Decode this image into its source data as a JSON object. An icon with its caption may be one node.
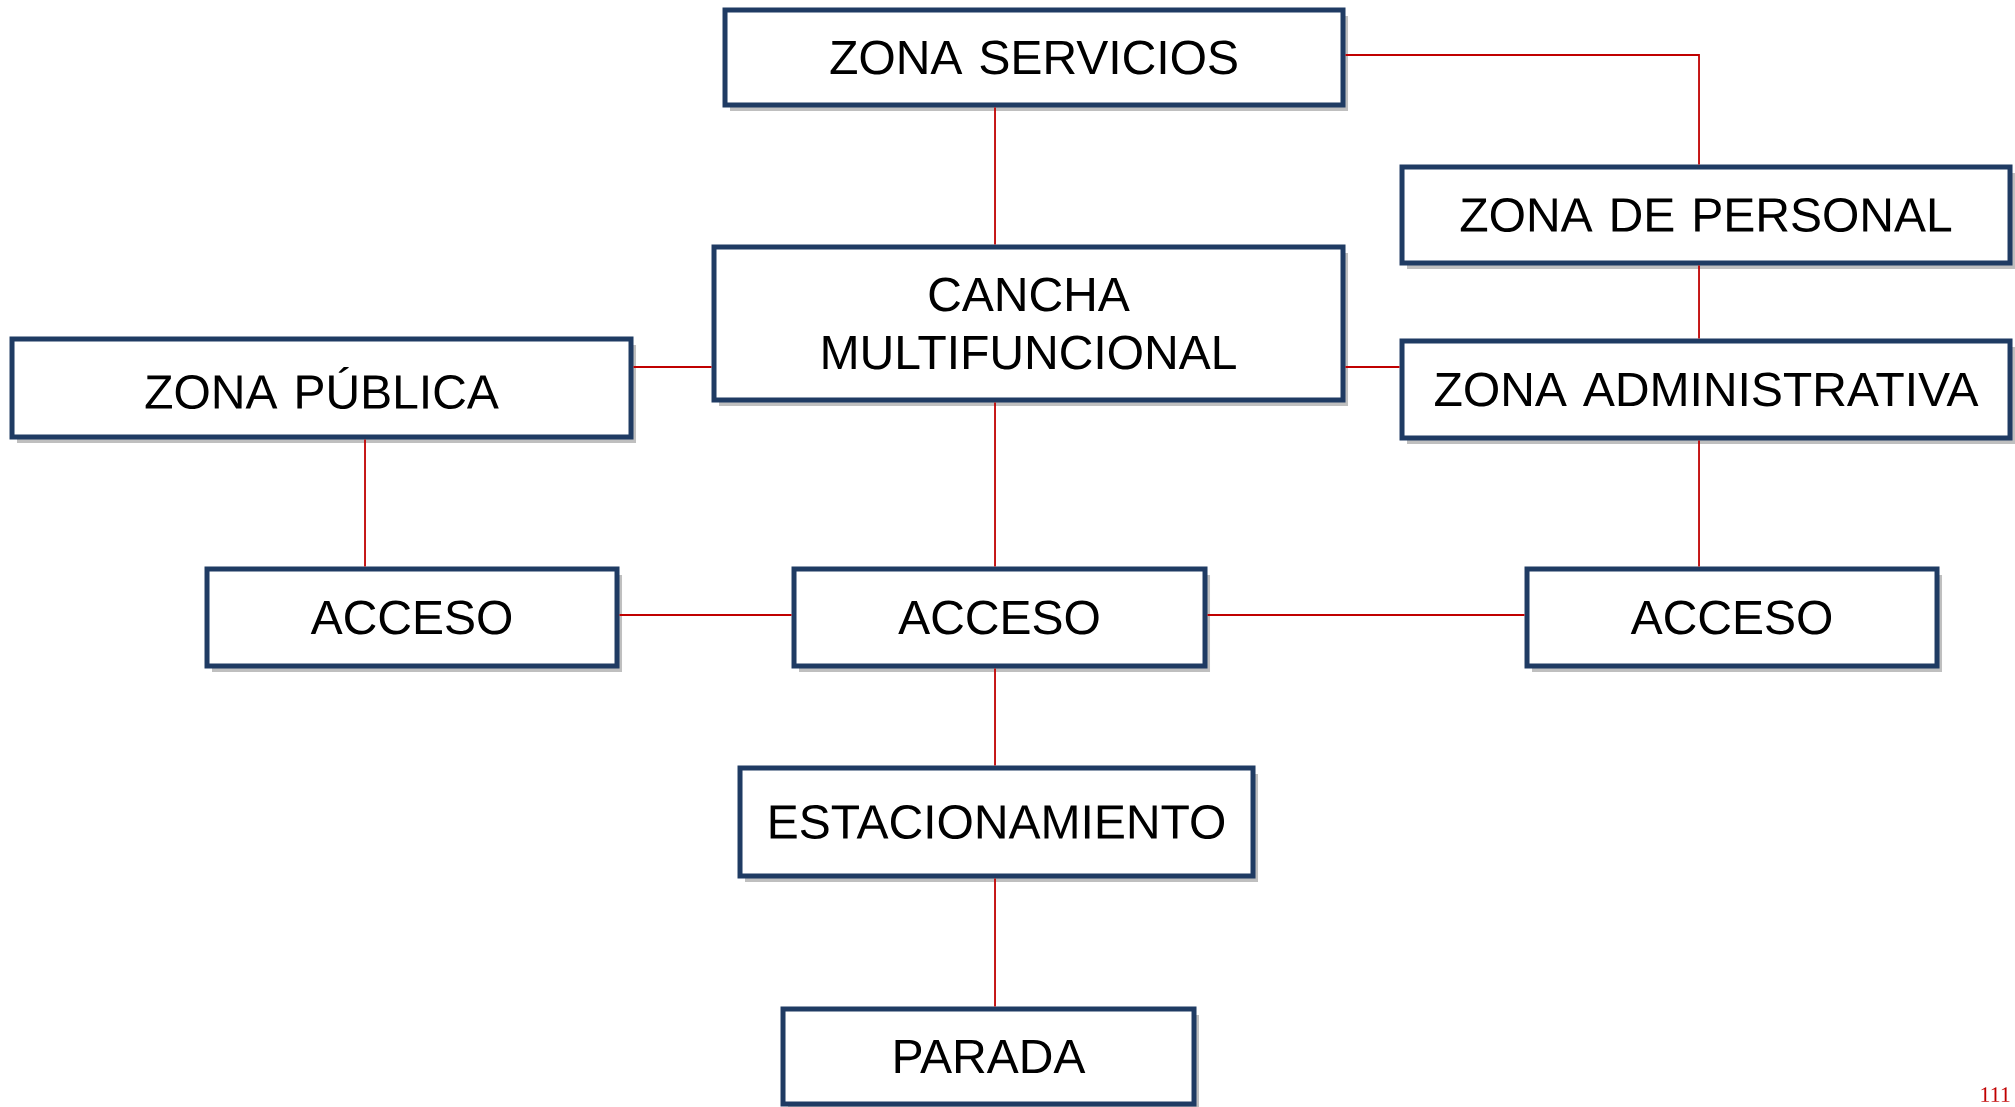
{
  "diagram": {
    "nodes": [
      {
        "text": [
          "ZONA SERVICIOS"
        ]
      },
      {
        "text": [
          "ZONA DE PERSONAL"
        ]
      },
      {
        "text": [
          "CANCHA MULTIFUNCIONAL"
        ]
      },
      {
        "text": [
          "ZONA PÚBLICA"
        ]
      },
      {
        "text": [
          "ZONA ADMINISTRATIVA"
        ]
      },
      {
        "text": [
          "ACCESO"
        ]
      },
      {
        "text": [
          "ACCESO"
        ]
      },
      {
        "text": [
          "ACCESO"
        ]
      },
      {
        "text": [
          "ESTACIONAMIENTO"
        ]
      },
      {
        "text": [
          "PARADA"
        ]
      }
    ],
    "edges": [
      {
        "from": 0,
        "to": 2,
        "arrow": "none"
      },
      {
        "from": 0,
        "to": 1,
        "arrow": "none"
      },
      {
        "from": 1,
        "to": 4,
        "arrow": "none"
      },
      {
        "from": 3,
        "to": 2,
        "arrow": "none"
      },
      {
        "from": 2,
        "to": 4,
        "arrow": "none"
      },
      {
        "from": 2,
        "to": 6,
        "arrow": "none"
      },
      {
        "from": 3,
        "to": 5,
        "arrow": "none"
      },
      {
        "from": 5,
        "to": 6,
        "arrow": "none"
      },
      {
        "from": 6,
        "to": 7,
        "arrow": "none"
      },
      {
        "from": 4,
        "to": 7,
        "arrow": "none"
      },
      {
        "from": 6,
        "to": 8,
        "arrow": "none"
      },
      {
        "from": 8,
        "to": 9,
        "arrow": "none"
      }
    ],
    "labels": [
      "111"
    ]
  }
}
